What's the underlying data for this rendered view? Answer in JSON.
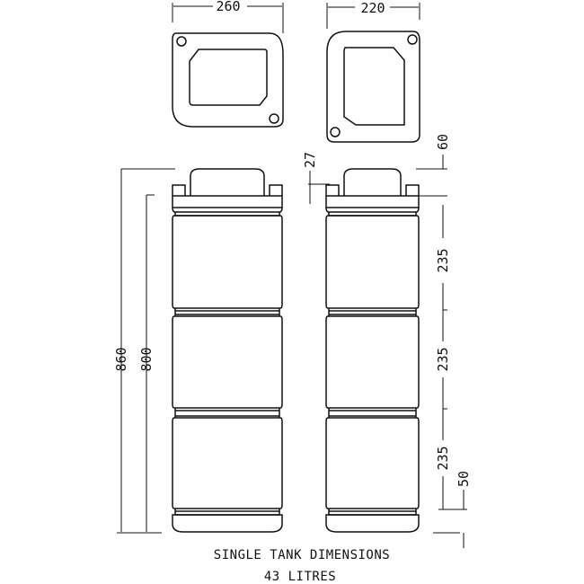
{
  "dimensions": {
    "top_width_left": "260",
    "top_width_right": "220",
    "total_height": "860",
    "body_height": "800",
    "cap_height": "27",
    "top_offset": "60",
    "section_1": "235",
    "section_2": "235",
    "section_3": "235",
    "base_height": "50"
  },
  "caption": {
    "title": "SINGLE TANK DIMENSIONS",
    "capacity": "43 LITRES"
  }
}
